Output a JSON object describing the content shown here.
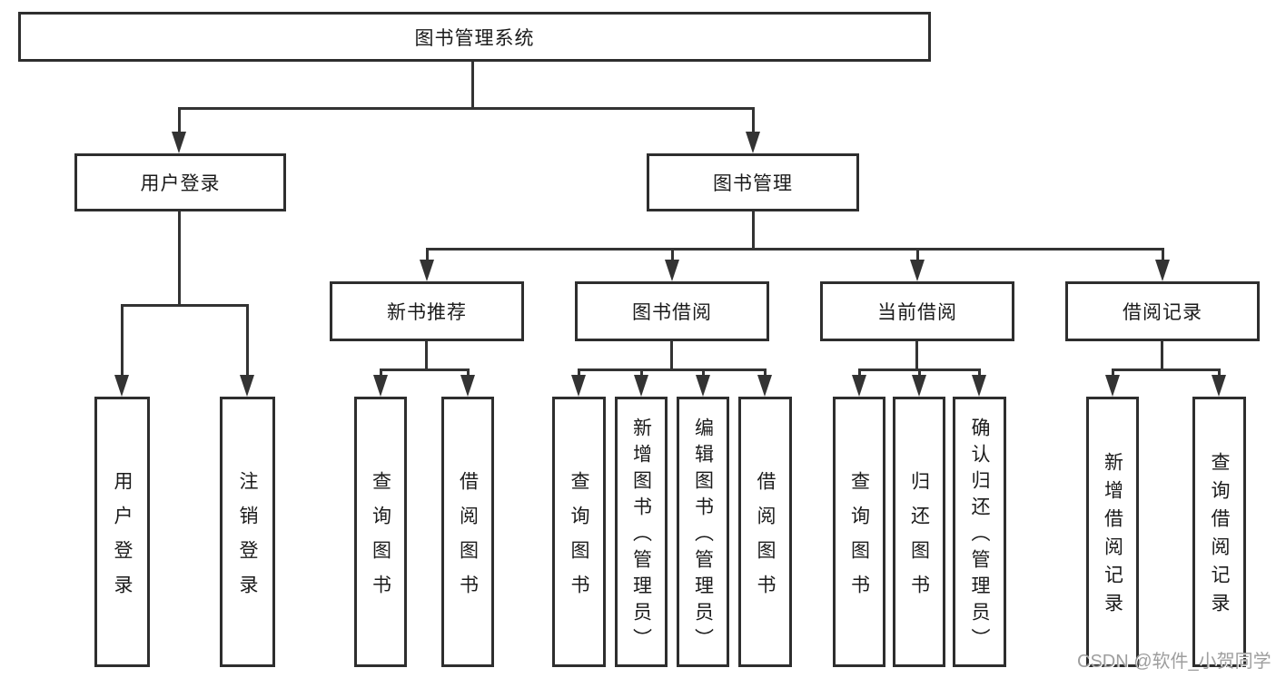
{
  "tree": {
    "label": "图书管理系统",
    "children": [
      {
        "label": "用户登录",
        "children": [
          {
            "label": "用户登录"
          },
          {
            "label": "注销登录"
          }
        ]
      },
      {
        "label": "图书管理",
        "children": [
          {
            "label": "新书推荐",
            "children": [
              {
                "label": "查询图书"
              },
              {
                "label": "借阅图书"
              }
            ]
          },
          {
            "label": "图书借阅",
            "children": [
              {
                "label": "查询图书"
              },
              {
                "label": "新增图书（管理员）"
              },
              {
                "label": "编辑图书（管理员）"
              },
              {
                "label": "借阅图书"
              }
            ]
          },
          {
            "label": "当前借阅",
            "children": [
              {
                "label": "查询图书"
              },
              {
                "label": "归还图书"
              },
              {
                "label": "确认归还（管理员）"
              }
            ]
          },
          {
            "label": "借阅记录",
            "children": [
              {
                "label": "新增借阅记录"
              },
              {
                "label": "查询借阅记录"
              }
            ]
          }
        ]
      }
    ]
  },
  "watermark": "CSDN @软件_小贺同学",
  "colors": {
    "line": "#333333",
    "box_border": "#2e2e2e",
    "text": "#1b1b1b",
    "watermark": "#949494",
    "background": "#ffffff"
  }
}
